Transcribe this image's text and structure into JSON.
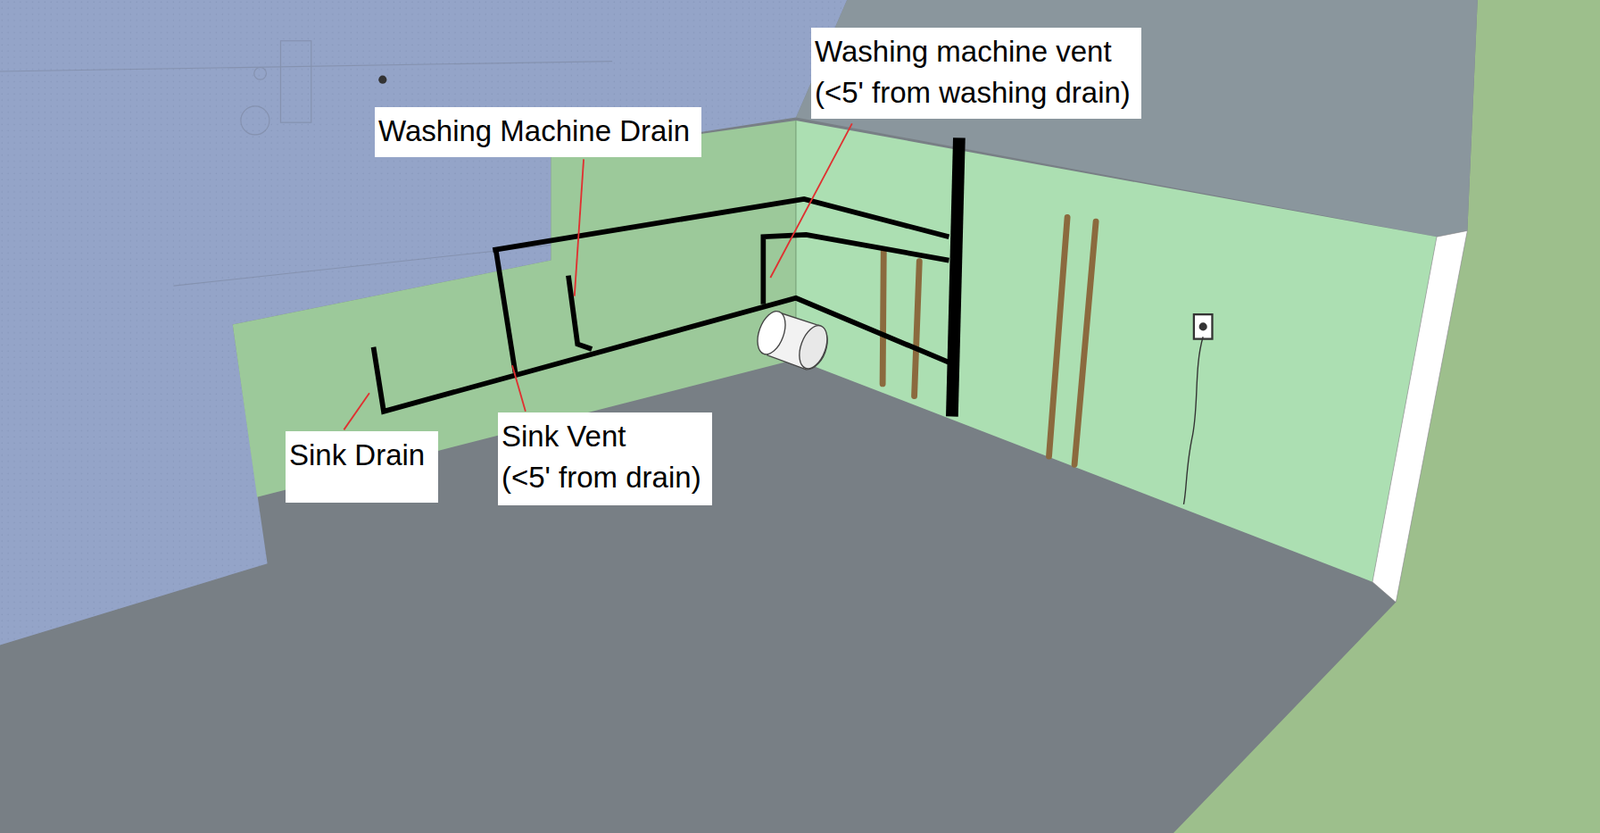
{
  "diagram": {
    "nodes": [
      {
        "text": [
          "Washing machine vent (<5' from washing drain)"
        ]
      },
      {
        "text": [
          "Washing Machine Drain"
        ]
      },
      {
        "text": [
          "Sink Vent (<5' from drain)"
        ]
      },
      {
        "text": [
          "Sink Drain"
        ]
      }
    ]
  }
}
